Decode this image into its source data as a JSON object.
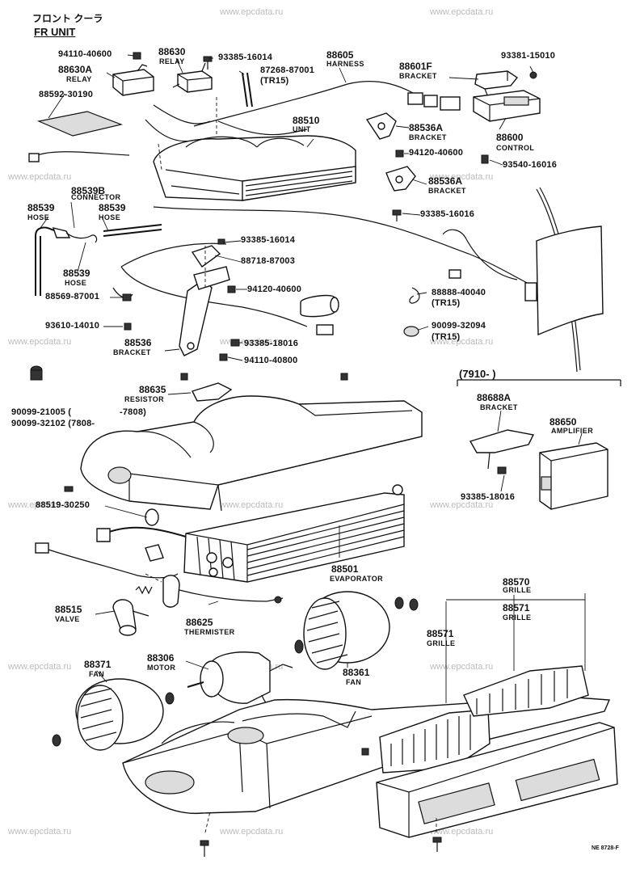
{
  "header": {
    "title_jp": "フロント クーラ",
    "title_en": "FR UNIT"
  },
  "watermark": "www.epcdata.ru",
  "figure_code": "NE 8728-F",
  "inset": {
    "range": "(7910-        )"
  },
  "parts": {
    "p94110_40600": "94110-40600",
    "p88630": "88630",
    "p88630_sub": "RELAY",
    "p88630A": "88630A",
    "p88630A_sub": "RELAY",
    "p93385_16014a": "93385-16014",
    "p87268": "87268-87001",
    "p87268_sub": "(TR15)",
    "p88605": "88605",
    "p88605_sub": "HARNESS",
    "p88601F": "88601F",
    "p88601F_sub": "BRACKET",
    "p93381": "93381-15010",
    "p88592": "88592-30190",
    "p88510": "88510",
    "p88510_sub": "UNIT",
    "p88536A_1": "88536A",
    "p88536A_1_sub": "BRACKET",
    "p88600": "88600",
    "p88600_sub": "CONTROL",
    "p94120_a": "94120-40600",
    "p93540": "93540-16016",
    "p88536A_2": "88536A",
    "p88536A_2_sub": "BRACKET",
    "p88539B": "88539B",
    "p88539B_sub": "CONNECTOR",
    "p88539_1": "88539",
    "p88539_1_sub": "HOSE",
    "p88539_2": "88539",
    "p88539_2_sub": "HOSE",
    "p93385_16016": "93385-16016",
    "p93385_16014b": "93385-16014",
    "p88718": "88718-87003",
    "p88539_3": "88539",
    "p88539_3_sub": "HOSE",
    "p94120_b": "94120-40600",
    "p88569": "88569-87001",
    "p88888": "88888-40040",
    "p88888_sub": "(TR15)",
    "p93610": "93610-14010",
    "p90099_32094": "90099-32094",
    "p90099_32094_sub": "(TR15)",
    "p88536": "88536",
    "p88536_sub": "BRACKET",
    "p93385_18016a": "93385-18016",
    "p94110_40800": "94110-40800",
    "p88635": "88635",
    "p88635_sub": "RESISTOR",
    "p90099_21005": "90099-21005 (",
    "p90099_21005_note": "-7808)",
    "p90099_32102": "90099-32102 (7808-",
    "p88688A": "88688A",
    "p88688A_sub": "BRACKET",
    "p88650": "88650",
    "p88650_sub": "AMPLIFIER",
    "p88519": "88519-30250",
    "p93385_18016b": "93385-18016",
    "p88501": "88501",
    "p88501_sub": "EVAPORATOR",
    "p88570": "88570",
    "p88570_sub": "GRILLE",
    "p88571_1": "88571",
    "p88571_1_sub": "GRILLE",
    "p88515": "88515",
    "p88515_sub": "VALVE",
    "p88625": "88625",
    "p88625_sub": "THERMISTER",
    "p88571_2": "88571",
    "p88571_2_sub": "GRILLE",
    "p88306": "88306",
    "p88306_sub": "MOTOR",
    "p88371": "88371",
    "p88371_sub": "FAN",
    "p88361": "88361",
    "p88361_sub": "FAN"
  }
}
